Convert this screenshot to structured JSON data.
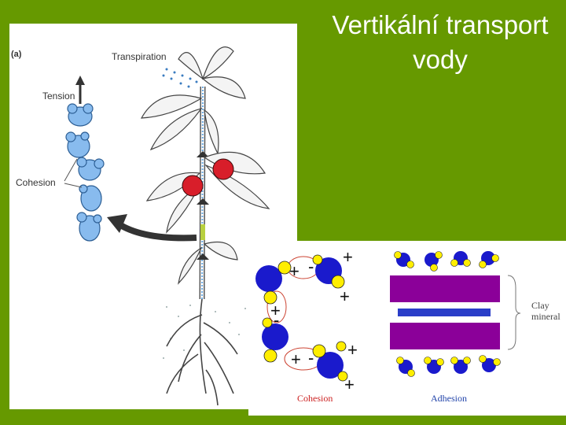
{
  "slide": {
    "title_line1": "Vertikální transport",
    "title_line2": "vody"
  },
  "plant_diagram": {
    "panel_label": "(a)",
    "transpiration": "Transpiration",
    "tension": "Tension",
    "cohesion": "Cohesion"
  },
  "molecular_diagram": {
    "cohesion_caption": "Cohesion",
    "adhesion_caption": "Adhesion",
    "clay_line1": "Clay",
    "clay_line2": "mineral",
    "plus_sign": "+",
    "minus_sign": "-"
  },
  "colors": {
    "background": "#669900",
    "water_blue": "#1a1acc",
    "hydrogen_yellow": "#ffee00",
    "clay_purple": "#8b0099",
    "fruit_red": "#d81e2a",
    "xylem_blue": "#6aa8e0",
    "cohesion_red": "#cc2222",
    "adhesion_blue": "#2244aa"
  }
}
